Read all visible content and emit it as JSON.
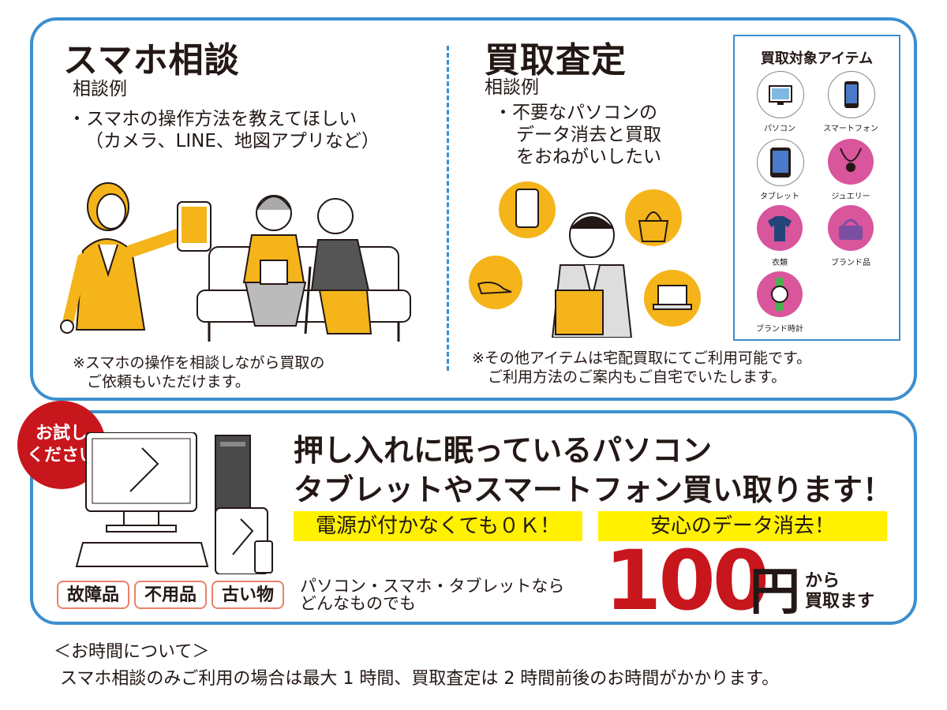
{
  "consult": {
    "title": "スマホ相談",
    "example_label": "相談例",
    "example_lines": [
      "・スマホの操作方法を教えてほしい",
      "（カメラ、LINE、地図アプリなど）"
    ],
    "note_lines": [
      "※スマホの操作を相談しながら買取の",
      "ご依頼もいただけます。"
    ]
  },
  "appraisal": {
    "title": "買取査定",
    "example_label": "相談例",
    "example_lines": [
      "・不要なパソコンの",
      "データ消去と買取",
      "をおねがいしたい"
    ],
    "note_lines": [
      "※その他アイテムは宅配買取にてご利用可能です。",
      "ご利用方法のご案内もご自宅でいたします。"
    ]
  },
  "items": {
    "title": "買取対象アイテム",
    "list": [
      {
        "label": "パソコン",
        "icon": "pc-icon",
        "color": "#ffffff"
      },
      {
        "label": "スマートフォン",
        "icon": "smartphone-icon",
        "color": "#ffffff"
      },
      {
        "label": "タブレット",
        "icon": "tablet-icon",
        "color": "#ffffff"
      },
      {
        "label": "ジュエリー",
        "icon": "jewelry-icon",
        "color": "#d9559c"
      },
      {
        "label": "衣類",
        "icon": "clothing-icon",
        "color": "#d9559c"
      },
      {
        "label": "ブランド品",
        "icon": "brand-bag-icon",
        "color": "#d9559c"
      },
      {
        "label": "ブランド時計",
        "icon": "brand-watch-icon",
        "color": "#d9559c"
      }
    ]
  },
  "promo": {
    "badge_lines": [
      "お試し",
      "ください"
    ],
    "headline_lines": [
      "押し入れに眠っているパソコン",
      "タブレットやスマートフォン買い取ります！"
    ],
    "highlight1": "電源が付かなくても０Ｋ！",
    "highlight2": "安心のデータ消去！",
    "tags": [
      "故障品",
      "不用品",
      "古い物"
    ],
    "desc_lines": [
      "パソコン・スマホ・タブレットなら",
      "どんなものでも"
    ],
    "price_number": "100",
    "price_unit": "円",
    "price_suffix_lines": [
      "から",
      "買取ます"
    ]
  },
  "time_info": {
    "heading": "＜お時間について＞",
    "body": "スマホ相談のみご利用の場合は最大 1 時間、買取査定は 2 時間前後のお時間がかかります。"
  },
  "colors": {
    "border": "#3b8fd0",
    "highlight": "#fff100",
    "price": "#c8161d",
    "badge": "#c8161d",
    "accent_yellow": "#f4b41a",
    "accent_pink": "#d9559c"
  }
}
